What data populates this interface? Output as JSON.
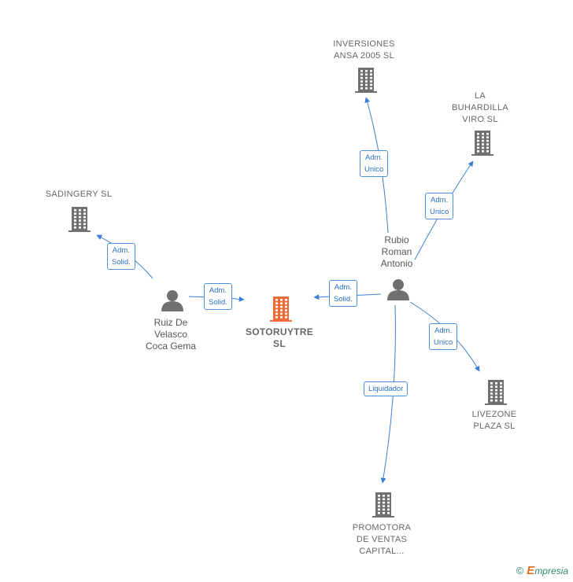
{
  "colors": {
    "building": "#707070",
    "building_center": "#f06a35",
    "person": "#707070",
    "edge": "#3a7fd5"
  },
  "nodes": {
    "center": {
      "lines": [
        "SOTORUYTRE",
        "SL"
      ],
      "icon": "building-icon"
    },
    "inversiones": {
      "lines": [
        "INVERSIONES",
        "ANSA 2005 SL"
      ],
      "icon": "building-icon"
    },
    "buhardilla": {
      "lines": [
        "LA",
        "BUHARDILLA",
        "VIRO SL"
      ],
      "icon": "building-icon"
    },
    "sadingery": {
      "lines": [
        "SADINGERY SL"
      ],
      "icon": "building-icon"
    },
    "livezone": {
      "lines": [
        "LIVEZONE",
        "PLAZA SL"
      ],
      "icon": "building-icon"
    },
    "promotora": {
      "lines": [
        "PROMOTORA",
        "DE VENTAS",
        "CAPITAL..."
      ],
      "icon": "building-icon"
    },
    "rubio": {
      "lines": [
        "Rubio",
        "Roman",
        "Antonio"
      ],
      "icon": "person-icon"
    },
    "ruiz": {
      "lines": [
        "Ruiz De",
        "Velasco",
        "Coca Gema"
      ],
      "icon": "person-icon"
    }
  },
  "edges": {
    "rubio_inversiones": [
      "Adm.",
      "Unico"
    ],
    "rubio_buhardilla": [
      "Adm.",
      "Unico"
    ],
    "rubio_center": [
      "Adm.",
      "Solid."
    ],
    "rubio_livezone": [
      "Adm.",
      "Unico"
    ],
    "rubio_promotora": [
      "Liquidador"
    ],
    "ruiz_sadingery": [
      "Adm.",
      "Solid."
    ],
    "ruiz_center": [
      "Adm.",
      "Solid."
    ]
  },
  "footer": {
    "copyright": "©",
    "brand_first": "E",
    "brand_rest": "mpresia"
  }
}
